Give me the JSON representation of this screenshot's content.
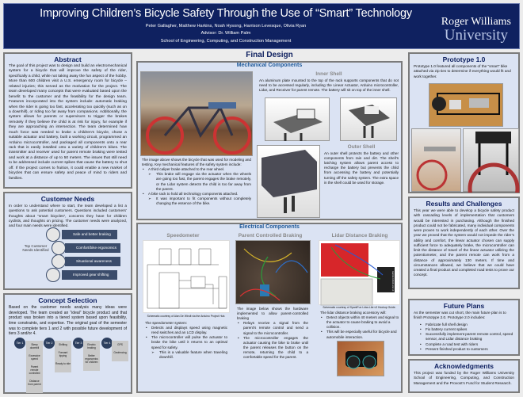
{
  "header": {
    "title": "Improving Children’s Bicycle Safety Through the Use of “Smart” Technology",
    "authors": "Peter Gallagher, Matthew Harkins, Noah Hysong, Harrison Levesque, Olivia Ryan",
    "advisor": "Advisor: Dr. William Palm",
    "school": "School of Engineering, Computing, and Construction Management",
    "logo_line1": "Roger Williams",
    "logo_line2": "University"
  },
  "abstract": {
    "title": "Abstract",
    "text": "The goal of this project was to design and build an electromechanical system for a bicycle that will improve the safety of the rider, specifically a child, while not taking away the fun aspect of the hobby. More than 600 children visit a U.S. emergency room for bicycle – related injuries; this served as the motivation for the project. The team developed many concepts that were evaluated based upon the benefit to the customer and the feasibility for the design team. Features incorporated into the system include: automatic braking when the rider is going too fast, accelerating too quickly (such as on a downhill), or riding too far away from companions. Additionally, the system allows for parents or supervisors to trigger the brakes remotely if they believe the child is at risk for injury, for example if they are approaching an intersection. The team determined how much force was needed to brake a children’s bicycle, chose a suitable actuator and battery, built a working circuit, programmed an Arduino microcontroller, and packaged all components onto a rear rack that is easily installed onto a variety of children’s bikes. The transmitter and receiver used for parent remote braking were tested and work at a distance of up to 50 meters. The issues that still need to be addressed include current spikes that cause the battery to shut off. If the project comes to fruition, it could enable a new market of bicycles that can ensure safety and peace of mind to riders and families."
  },
  "customer_needs": {
    "title": "Customer Needs",
    "text": "In order to understand where to start, the team developed a list a questions to ask potential customers. Questions included customers’ thoughts about “smart bicycles”, concerns they have for children cyclists, and thoughts on pricing. The customer needs were analyzed, and four main needs were identified.",
    "label": "Top Customer Needs Identified",
    "needs": [
      "Safe and better braking",
      "Comfort/bike ergonomics",
      "Situational awareness",
      "Improved gear shifting"
    ]
  },
  "concept": {
    "title": "Concept Selection",
    "text": "Based on the customer needs analysis many ideas were developed. The team created an “ideal” bicycle product and that product was broken into a tiered system based upon feasibility, time constraints, and expertise. The original goal of the semester was to complete tiers 1 and 2 with possible future development of tiers 3 and/or 4.",
    "tiers": [
      {
        "label": "Tier 1",
        "items": [
          "Steep downhill",
          "Excessive speed",
          "Parent remote controlled",
          "Distance from parent"
        ]
      },
      {
        "label": "Tier 2",
        "items": [
          "Shifting",
          "Forward tipping",
          "Ready to ride"
        ]
      },
      {
        "label": "Tier 3",
        "items": [
          "Electric braking",
          "Better ergonomics for children"
        ]
      },
      {
        "label": "Tier 4",
        "items": [
          "GPS",
          "Geofencing"
        ]
      }
    ]
  },
  "final": {
    "title": "Final Design",
    "mech": {
      "title": "Mechanical Components",
      "bike_text": "The image above shows the bicycle that was used for modeling and testing. Key mechanical features of the safety system include:",
      "bullets": [
        {
          "text": "A third caliper brake attached to the rear wheel.",
          "sub": "This brake will engage via the actuator when the wheels are going too fast, the parent engages the brake remotely, or the Lidar system detects the child is too far away from the parent."
        },
        {
          "text": "A bike rack to hold all technology components attached.",
          "sub": "It was important to fit components without completely changing the essence of the bike."
        }
      ],
      "inner_title": "Inner Shell",
      "inner_text": "An aluminum plate mounted to the top of the rack supports components that do not need to be accessed regularly, including the Linear Actuator, Arduino microcontroller, Lidar, and Receiver for parent remote. The battery will sit on top of the inner shell.",
      "outer_title": "Outer Shell",
      "outer_text": "An outer shell protects the battery and other components from rain and dirt. The shell’s latching system allows parent access to recharge the battery but prevents the child from accessing the battery and potentially turning off the safety system. The extra space in the shell could be used for storage."
    },
    "elec": {
      "title": "Electrical Components",
      "speedo": {
        "title": "Speedometer",
        "caption": "Schematic courtesy of Alan De Windt via the Arduino Project Hub.",
        "intro": "The speedometer system:",
        "bullets": [
          "Detects and displays speed using magnetic reed switches and an LCD display.",
          "The microcontroller will pulse the actuator to brake the bike until it returns to an optimal speed for safety."
        ],
        "sub": "This is a valuable feature when traveling downhill."
      },
      "parent": {
        "title": "Parent Controlled Braking",
        "intro": "The image below shows the hardware implemented to allow parent-controlled braking",
        "bullets": [
          "Relays receive a signal from the parent’s remote control and send a signal to the microcontroller.",
          "The microcontroller engages the actuator causing the bike to brake until the parent releases the button on the remote, returning the child to a comfortable speed for the parent."
        ]
      },
      "lidar": {
        "title": "Lidar Distance Braking",
        "caption": "Schematic courtesy of SparkFun Lidar-Lite v3 Hookup Guide.",
        "sensor_label": "Garmin LIDAR-Lite v3",
        "intro": "The lidar distance braking accessory will:",
        "bullets": [
          "Detect objects within 40 meters and signal to the actuator to cause braking to avoid a collision.",
          "This will be especially useful for bicycle and automobile interaction."
        ]
      }
    }
  },
  "prototype": {
    "title": "Prototype 1.0",
    "text": "Prototype 1.0 featured all components of the “smart” bike attached via zip ties to determine if everything would fit and work together."
  },
  "results": {
    "title": "Results and Challenges",
    "text": "This year we were able to develop a bicycle safety product with cascading levels of implementation that customers would be interested in purchasing. Although the finished product could not be fabricated, many individual components were proven to work independently of each other. Over the year we proved that the system would not impede the rider’s ability and comfort, the linear actuator chosen can supply sufficient force to adequately brake, the microcontroller can limit the distance of travel of the linear actuator utilizing the potentiometer, and the parent remote can work from a distance of approximately 130 meters. If time and circumstances allowed, we believe that we could have created a final product and completed road tests to prove our concept."
  },
  "future": {
    "title": "Future Plans",
    "text": "As the semester was cut short, the main future plan is to finish Prototype 2.0. Prototype 2.0 includes:",
    "items": [
      "Fabricate full shell design",
      "Fix battery current spikes",
      "Successfully implement parent remote control, speed sensor, and Lidar distance braking",
      "Complete a road test with riders",
      "Present finished product to customers"
    ]
  },
  "ack": {
    "title": "Acknowledgments",
    "text": "This project was funded by the Roger Williams University School of Engineering, Computing, and Construction Management and the Provost’s Fund for Student Research."
  }
}
